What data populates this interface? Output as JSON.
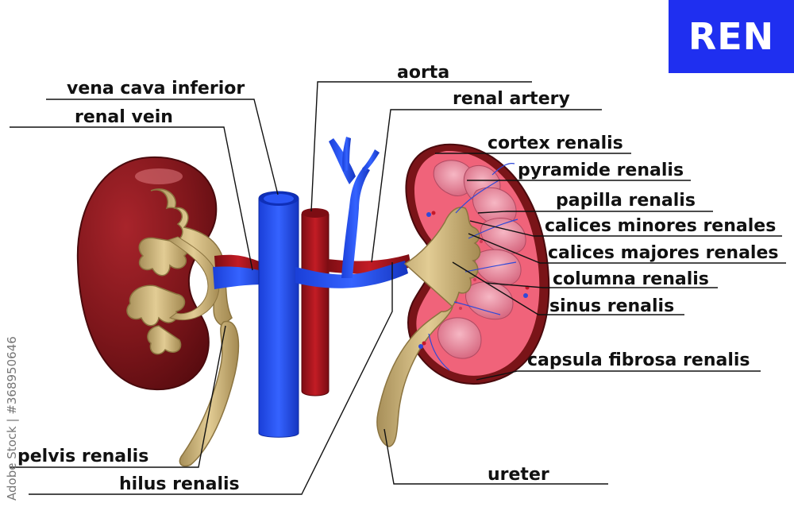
{
  "title": "REN",
  "watermark": "Adobe Stock | #368950646",
  "colors": {
    "title_bg": "#1f2ff0",
    "vein": "#1f46e8",
    "artery": "#a5121b",
    "kidney_outer": "#7a1418",
    "pelvis": "#cdb47c",
    "cortex": "#f0637a"
  },
  "labels": {
    "vena_cava_inferior": "vena cava inferior",
    "renal_vein": "renal vein",
    "aorta": "aorta",
    "renal_artery": "renal artery",
    "cortex_renalis": "cortex renalis",
    "pyramide_renalis": "pyramide renalis",
    "papilla_renalis": "papilla renalis",
    "calices_minores_renales": "calices minores renales",
    "calices_majores_renales": "calices majores renales",
    "columna_renalis": "columna renalis",
    "sinus_renalis": "sinus renalis",
    "capsula_fibrosa_renalis": "capsula fibrosa renalis",
    "pelvis_renalis": "pelvis renalis",
    "hilus_renalis": "hilus renalis",
    "ureter": "ureter"
  }
}
